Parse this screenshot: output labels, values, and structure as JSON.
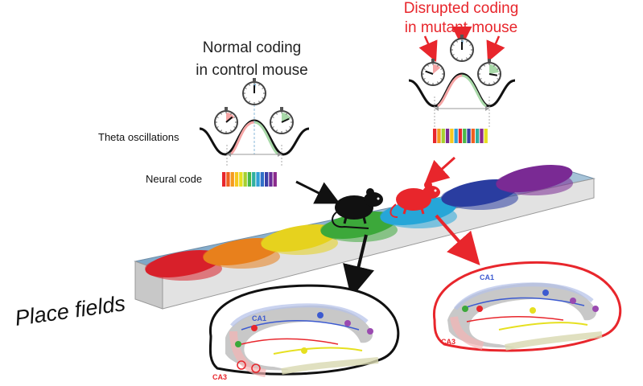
{
  "labels": {
    "control_title_line1": "Normal coding",
    "control_title_line2": "in control mouse",
    "mutant_title_line1": "Disrupted coding",
    "mutant_title_line2": "in mutant mouse",
    "theta": "Theta oscillations",
    "neural_code": "Neural code",
    "place_fields": "Place fields",
    "ca1_control": "CA1",
    "ca3_control": "CA3",
    "ca1_mutant": "CA1",
    "ca3_mutant": "CA3"
  },
  "colors": {
    "control_accent": "#111111",
    "mutant_accent": "#e8262c",
    "place_fields": [
      "#d8202a",
      "#e8801c",
      "#e6d21e",
      "#3ca83a",
      "#26a6d8",
      "#2a3da0",
      "#7a2a94"
    ],
    "control_code_bars": [
      "#e8262c",
      "#f06020",
      "#f59a1e",
      "#f7c81e",
      "#e6e020",
      "#a6d030",
      "#4ab848",
      "#30b0a0",
      "#30a0d8",
      "#3070c8",
      "#3a40a8",
      "#6a2c98",
      "#8a2a8c"
    ],
    "mutant_code_bars": [
      "#e8262c",
      "#f59a1e",
      "#a6d030",
      "#7a2a94",
      "#f7c81e",
      "#30a0d8",
      "#e8262c",
      "#4ab848",
      "#3a40a8",
      "#f06020",
      "#30b0a0",
      "#8a2a8c",
      "#e6e020"
    ]
  },
  "icons": {
    "clock": "stopwatch-dial-icon",
    "mouse": "mouse-silhouette-icon",
    "arrow": "arrow-icon"
  }
}
